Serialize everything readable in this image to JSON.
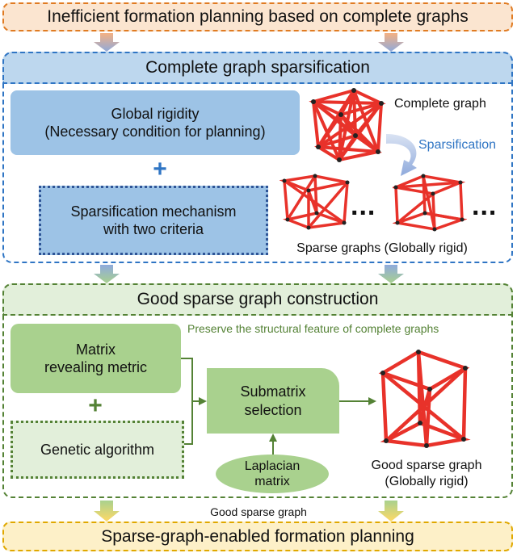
{
  "top_banner": "Inefficient formation planning based on complete graphs",
  "sparsification_panel": {
    "title": "Complete graph sparsification",
    "rigidity_box": [
      "Global rigidity",
      "(Necessary condition for planning)"
    ],
    "plus": "+",
    "mechanism_box": [
      "Sparsification mechanism",
      "with two criteria"
    ],
    "complete_graph_label": "Complete graph",
    "arrow_label": "Sparsification",
    "ellipsis": "...",
    "sparse_graphs_label": "Sparse graphs (Globally rigid)"
  },
  "construction_panel": {
    "title": "Good sparse graph construction",
    "subtitle": "Preserve the structural feature of complete graphs",
    "metric_box": [
      "Matrix",
      "revealing metric"
    ],
    "plus": "+",
    "genetic_box": "Genetic algorithm",
    "submatrix_box": [
      "Submatrix",
      "selection"
    ],
    "laplacian_box": [
      "Laplacian",
      "matrix"
    ],
    "result_label": [
      "Good sparse graph",
      "(Globally rigid)"
    ]
  },
  "bottom_arrow_label": "Good sparse graph",
  "bottom_banner": "Sparse-graph-enabled formation planning",
  "colors": {
    "blue_border": "#2f75c4",
    "blue_fill": "#9dc3e6",
    "green_border": "#548235",
    "green_fill": "#a9d18e",
    "graph_edge": "#e8322a",
    "top_fill": "#fbe5d0",
    "bottom_fill": "#fdf0c8"
  }
}
